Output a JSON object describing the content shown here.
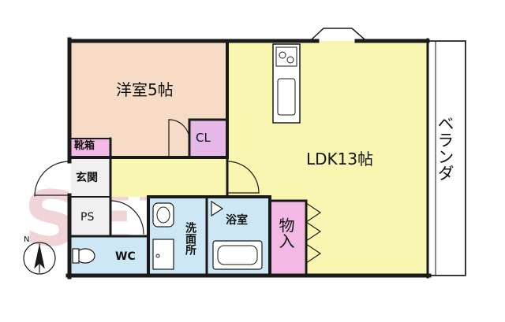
{
  "colors": {
    "western_room": "#f6dcc6",
    "ldk": "#f8f6b0",
    "closet": "#e6b8e8",
    "storage": "#f4b8e6",
    "water": "#cde8f4",
    "wall": "#1a1a1a"
  },
  "rooms": {
    "western": "洋室5帖",
    "closet": "CL",
    "ldk": "LDK13帖",
    "shoe_box": "靴箱",
    "entrance": "玄関",
    "pipe_space": "PS",
    "toilet": "WC",
    "washroom": "洗面所",
    "bathroom": "浴室",
    "storage": "物入",
    "balcony": "ベランダ"
  },
  "compass": {
    "label": "N"
  },
  "watermark": {
    "text": "SETO"
  }
}
